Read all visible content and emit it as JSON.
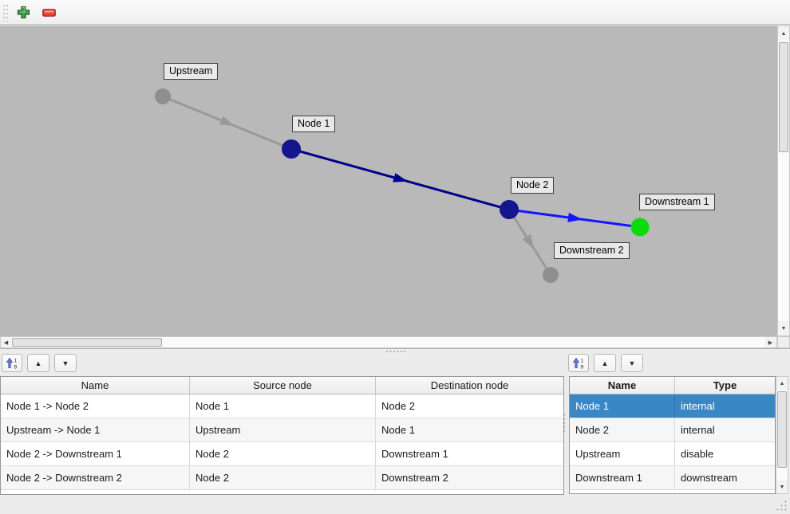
{
  "colors": {
    "canvas_background": "#b9b9b9",
    "node_internal": "#15158d",
    "node_disable": "#8f8f8f",
    "node_downstream": "#0bdb0b",
    "edge_internal": "#00008c",
    "edge_active": "#1515ff",
    "edge_inactive": "#999999",
    "selection": "#3a87c6"
  },
  "icons": {
    "add": "green-plus",
    "remove": "red-minus",
    "sort": "sort-ascending",
    "sort_digit_top": "1",
    "sort_digit_bottom": "9",
    "move_up": "▲",
    "move_down": "▼",
    "scroll_up": "▲",
    "scroll_down": "▼",
    "scroll_left": "◀",
    "scroll_right": "▶"
  },
  "graph": {
    "nodes": [
      {
        "label": "Upstream",
        "color": "#8f8f8f"
      },
      {
        "label": "Node 1",
        "color": "#15158d"
      },
      {
        "label": "Node 2",
        "color": "#15158d"
      },
      {
        "label": "Downstream 1",
        "color": "#0bdb0b"
      },
      {
        "label": "Downstream 2",
        "color": "#8f8f8f"
      }
    ],
    "edges": [
      {
        "from": "Upstream",
        "to": "Node 1",
        "color": "#999999"
      },
      {
        "from": "Node 1",
        "to": "Node 2",
        "color": "#00008c"
      },
      {
        "from": "Node 2",
        "to": "Downstream 1",
        "color": "#1515ff"
      },
      {
        "from": "Node 2",
        "to": "Downstream 2",
        "color": "#999999"
      }
    ]
  },
  "tables": {
    "connections": {
      "headers": [
        "Name",
        "Source node",
        "Destination node"
      ],
      "rows": [
        {
          "name": "Node 1 -> Node 2",
          "source": "Node 1",
          "destination": "Node 2"
        },
        {
          "name": "Upstream -> Node 1",
          "source": "Upstream",
          "destination": "Node 1"
        },
        {
          "name": "Node 2 -> Downstream 1",
          "source": "Node 2",
          "destination": "Downstream 1"
        },
        {
          "name": "Node 2 -> Downstream 2",
          "source": "Node 2",
          "destination": "Downstream 2"
        }
      ]
    },
    "nodes": {
      "headers": [
        "Name",
        "Type"
      ],
      "rows": [
        {
          "name": "Node 1",
          "type": "internal",
          "selected": true
        },
        {
          "name": "Node 2",
          "type": "internal",
          "selected": false
        },
        {
          "name": "Upstream",
          "type": "disable",
          "selected": false
        },
        {
          "name": "Downstream 1",
          "type": "downstream",
          "selected": false
        }
      ],
      "selection_color": "#3a87c6"
    }
  }
}
